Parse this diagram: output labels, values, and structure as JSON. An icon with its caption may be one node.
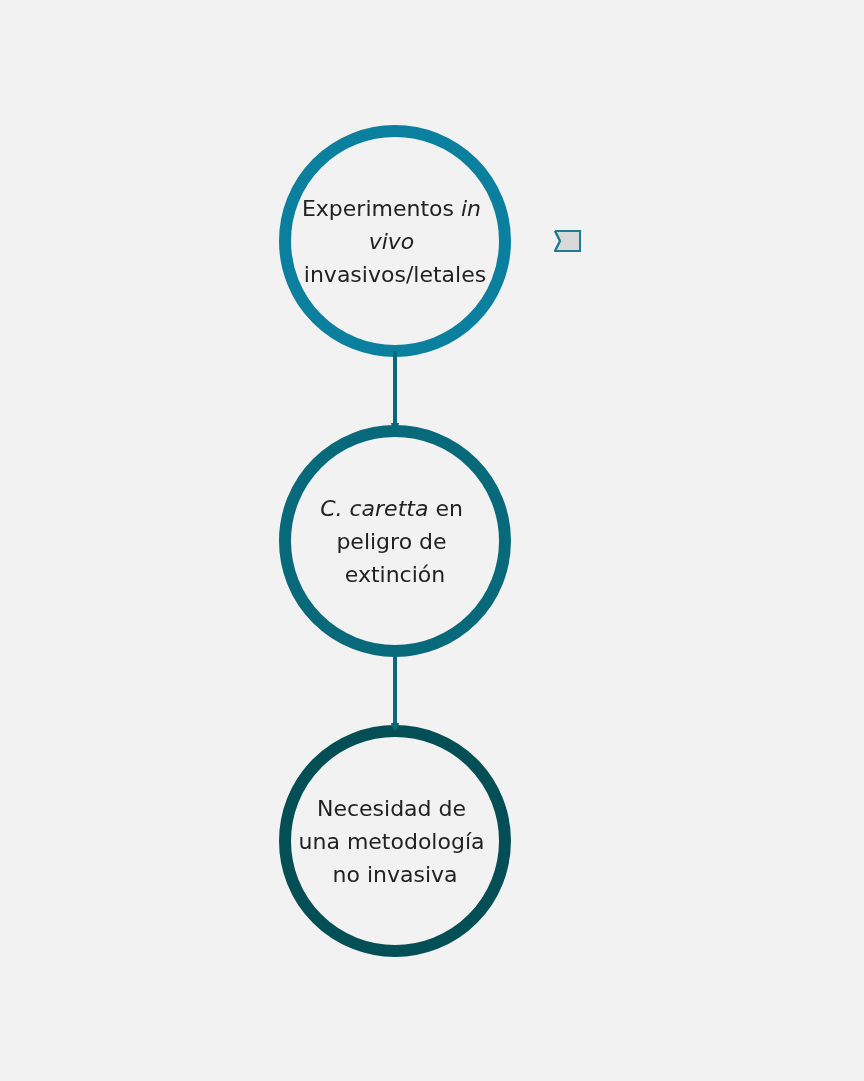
{
  "diagram": {
    "nodes": [
      {
        "text": [
          "Experimentos *in vivo* invasivos/letales"
        ]
      },
      {
        "text": [
          "*C. caretta* en peligro de extinción"
        ]
      },
      {
        "text": [
          "Necesidad de una metodología no invasiva"
        ]
      },
      {
        "text": [],
        "shape": "arrow"
      }
    ],
    "edges": [
      {
        "from": 0,
        "to": 1,
        "arrow": "to"
      },
      {
        "from": 1,
        "to": 2,
        "arrow": "to"
      }
    ]
  }
}
